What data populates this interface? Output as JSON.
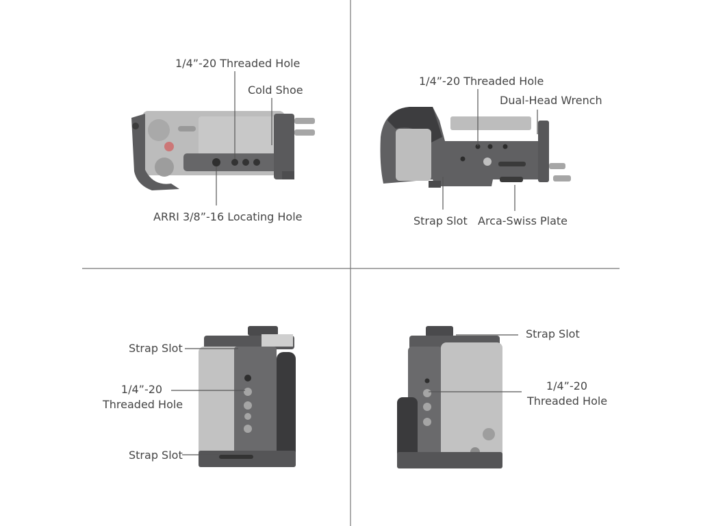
{
  "views": {
    "top": {
      "threaded_hole": "1/4”-20 Threaded Hole",
      "cold_shoe": "Cold Shoe",
      "arri_hole": "ARRI 3/8”-16 Locating Hole"
    },
    "rear": {
      "threaded_hole": "1/4”-20 Threaded Hole",
      "wrench": "Dual-Head Wrench",
      "strap_slot": "Strap Slot",
      "arca_plate": "Arca-Swiss Plate"
    },
    "left": {
      "strap_slot_top": "Strap Slot",
      "threaded_hole_line1": "1/4”-20",
      "threaded_hole_line2": "Threaded Hole",
      "strap_slot_bottom": "Strap Slot"
    },
    "right": {
      "strap_slot": "Strap Slot",
      "threaded_hole_line1": "1/4”-20",
      "threaded_hole_line2": "Threaded Hole"
    }
  },
  "colors": {
    "cage_dark": "#5a5a5c",
    "cage_mid": "#7a7a7c",
    "camera_body": "#bdbdbd",
    "leader_line": "#555555",
    "divider": "#777777"
  }
}
